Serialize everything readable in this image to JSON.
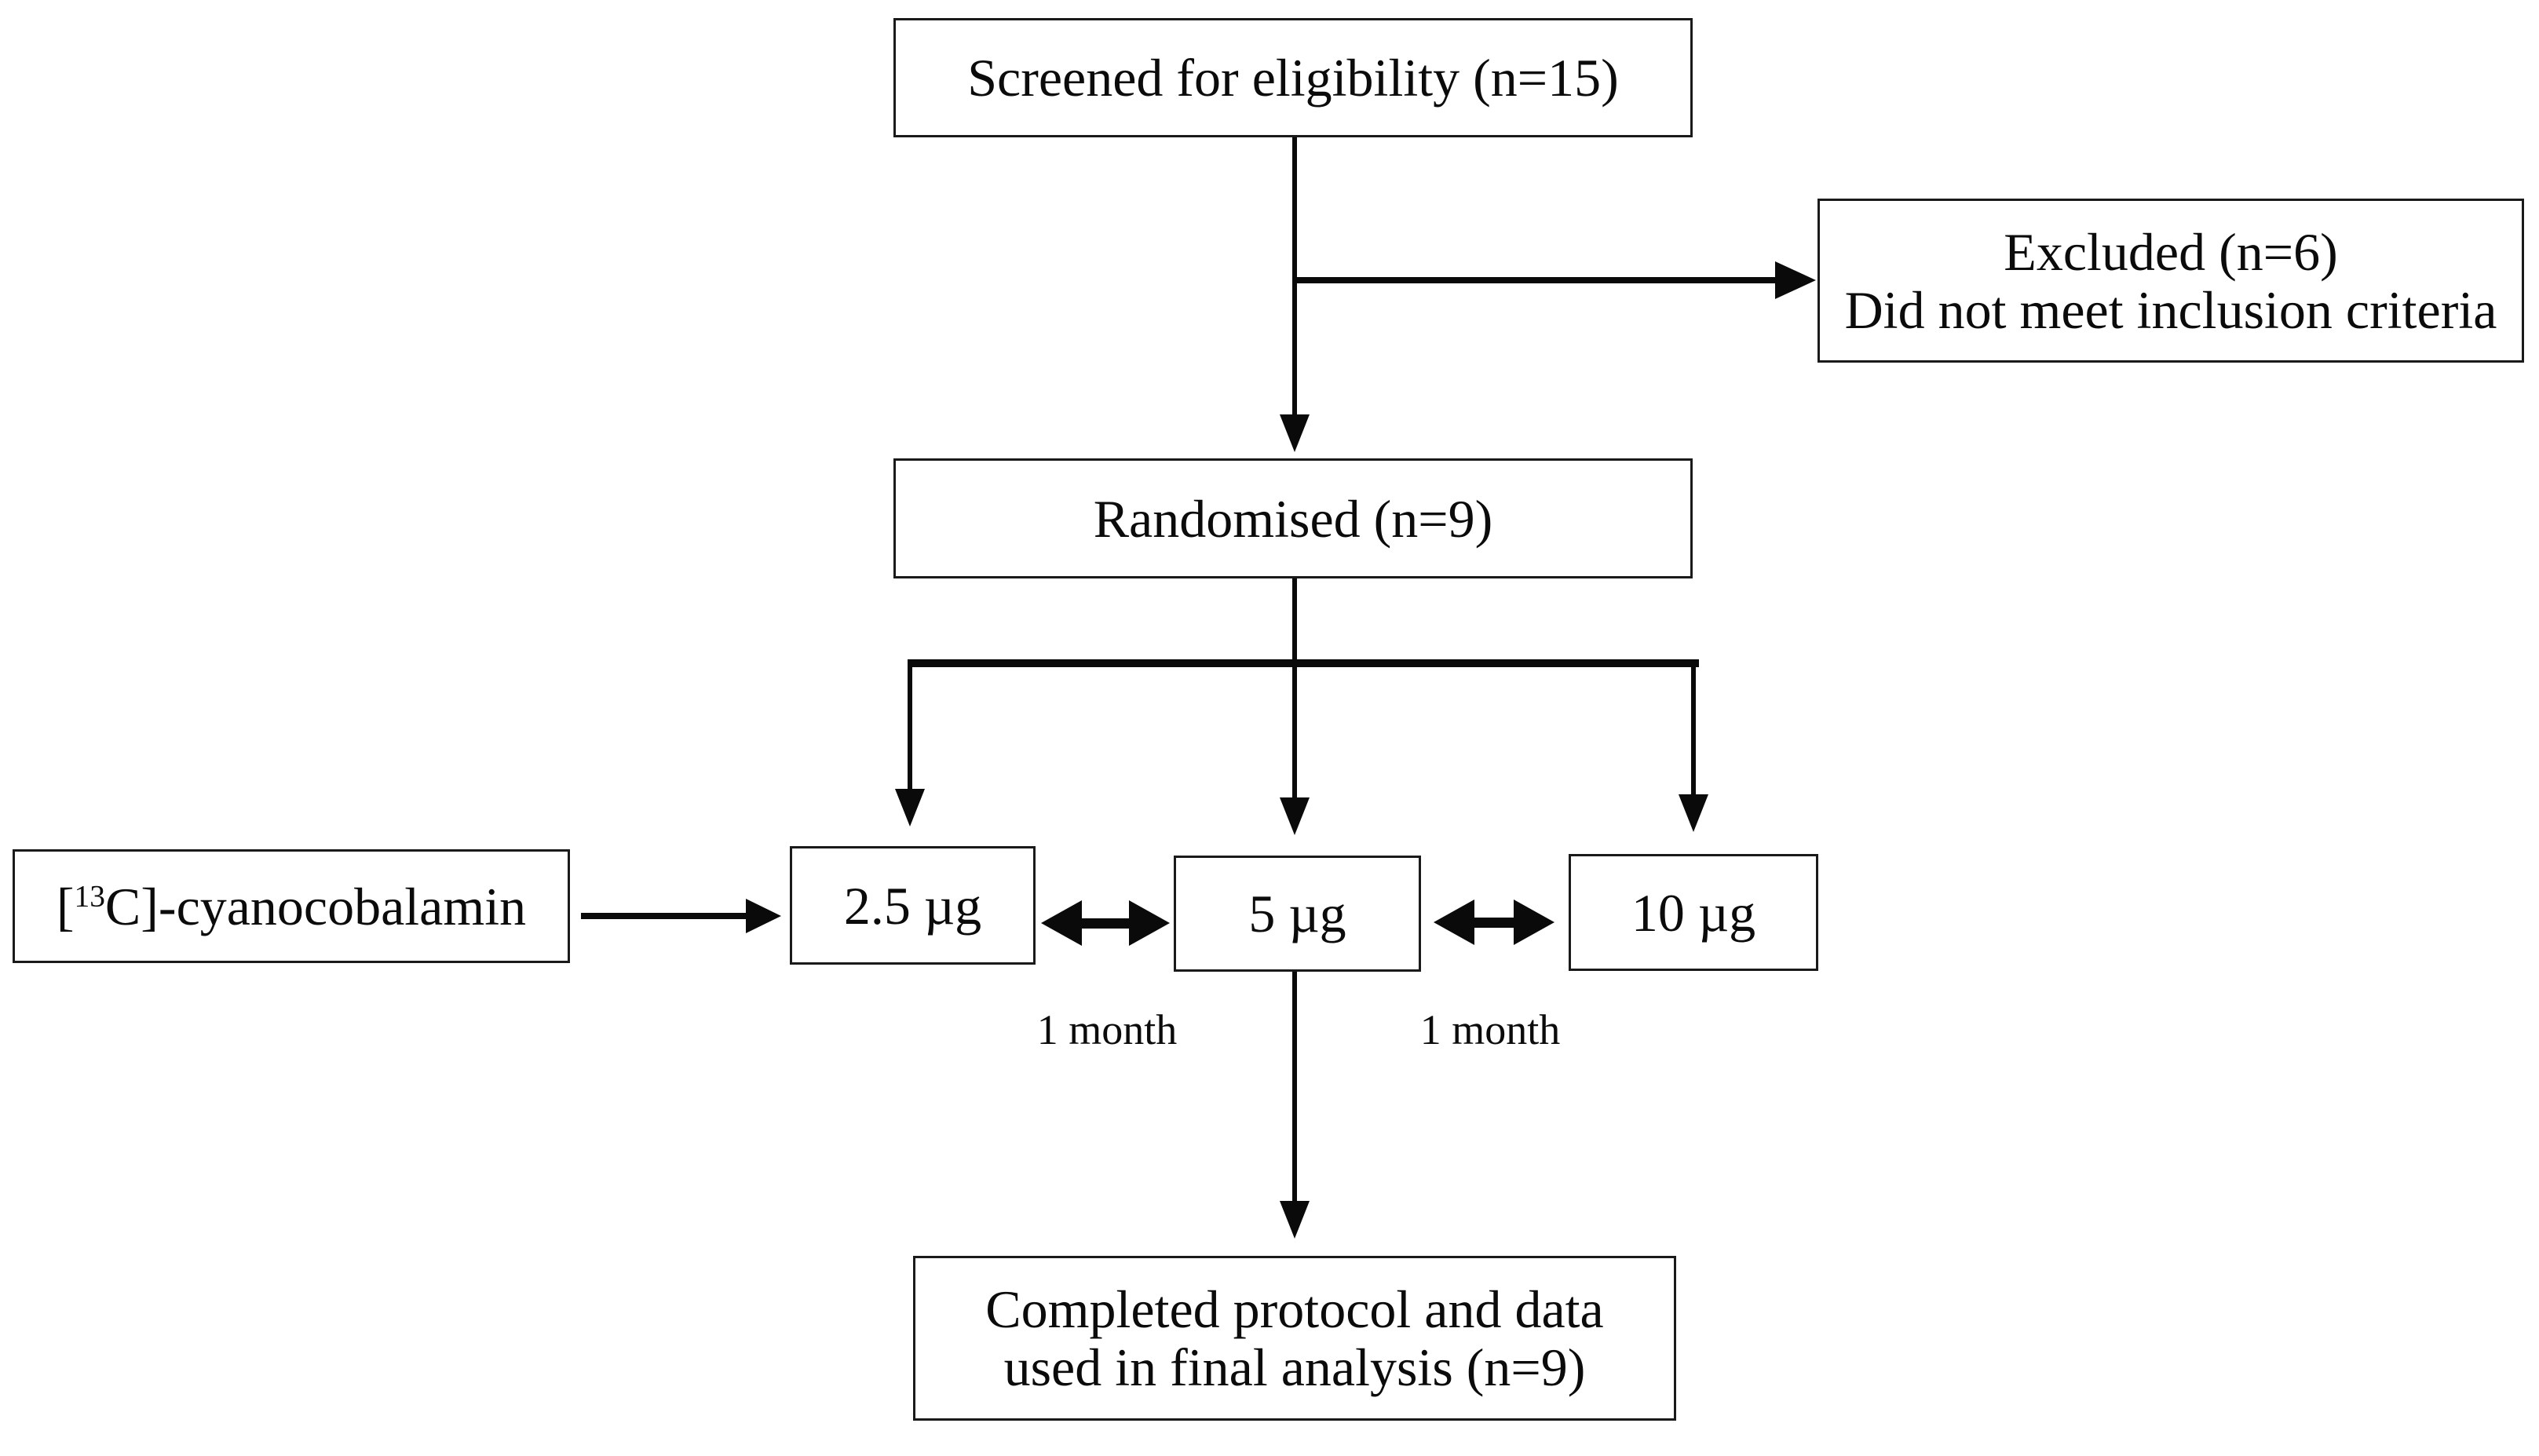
{
  "boxes": {
    "screened": {
      "label": "Screened for eligibility (n=15)"
    },
    "excluded": {
      "lines": [
        "Excluded (n=6)",
        "Did not meet inclusion criteria"
      ]
    },
    "randomised": {
      "label": "Randomised (n=9)"
    },
    "tracer": {
      "bracket_open": "[",
      "isotope": "13",
      "rest": "C]-cyanocobalamin"
    },
    "dose_low": {
      "label": "2.5 µg"
    },
    "dose_mid": {
      "label": "5 µg"
    },
    "dose_high": {
      "label": "10 µg"
    },
    "completed": {
      "lines": [
        "Completed protocol and data",
        "used in final analysis (n=9)"
      ]
    }
  },
  "interval_labels": {
    "left": "1 month",
    "right": "1 month"
  },
  "colors": {
    "line": "#0a0a0a",
    "border": "#1a1a1a",
    "text": "#0b0b0b",
    "background": "#ffffff"
  }
}
